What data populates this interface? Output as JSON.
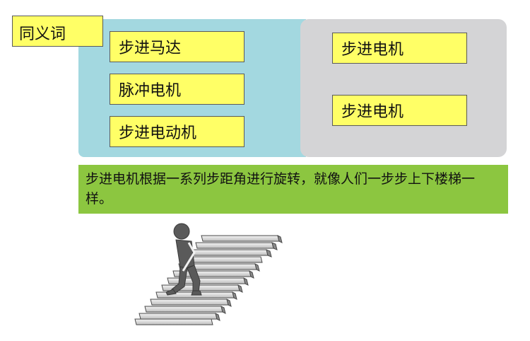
{
  "title": "同义词",
  "left_terms": [
    "步进马达",
    "脉冲电机",
    "步进电动机"
  ],
  "right_terms": [
    "步进电机",
    "步进电机"
  ],
  "description": "步进电机根据一系列步距角进行旋转，就像人们一步步上下楼梯一样。",
  "colors": {
    "term_fill": "#ffff66",
    "left_panel": "#a3d8e0",
    "right_panel": "#d4d4d6",
    "banner": "#8cc640"
  },
  "illustration": "person-climbing-stairs-icon"
}
